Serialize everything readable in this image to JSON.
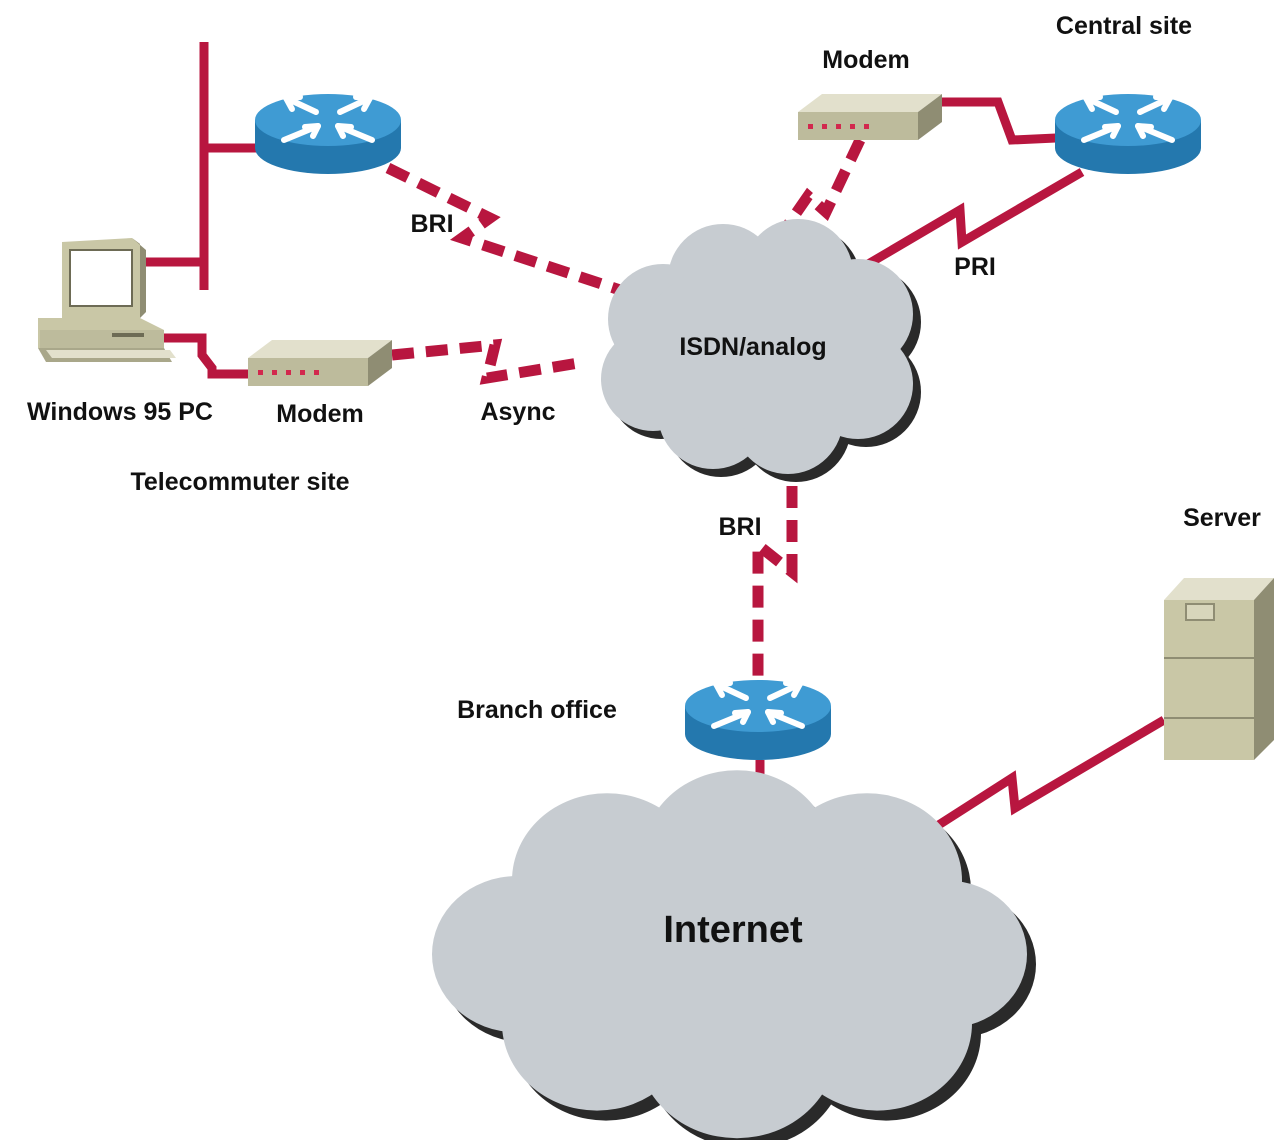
{
  "labels": {
    "central_site": "Central site",
    "modem_top": "Modem",
    "bri_top": "BRI",
    "pri": "PRI",
    "isdn_analog": "ISDN/analog",
    "windows_pc": "Windows 95 PC",
    "modem_left": "Modem",
    "async": "Async",
    "telecommuter_site": "Telecommuter site",
    "bri_bottom": "BRI",
    "server": "Server",
    "branch_office": "Branch office",
    "internet": "Internet"
  },
  "colors": {
    "link": "#b8163f",
    "router_top": "#3f9bd3",
    "router_side": "#2478ae",
    "cloud": "#c7ccd1",
    "cloud_shadow": "#2a2a2a",
    "device_beige": "#c9c7a6"
  },
  "icons": {
    "router": "router-icon",
    "modem": "modem-icon",
    "pc": "pc-icon",
    "server": "server-icon",
    "cloud": "cloud-icon"
  }
}
